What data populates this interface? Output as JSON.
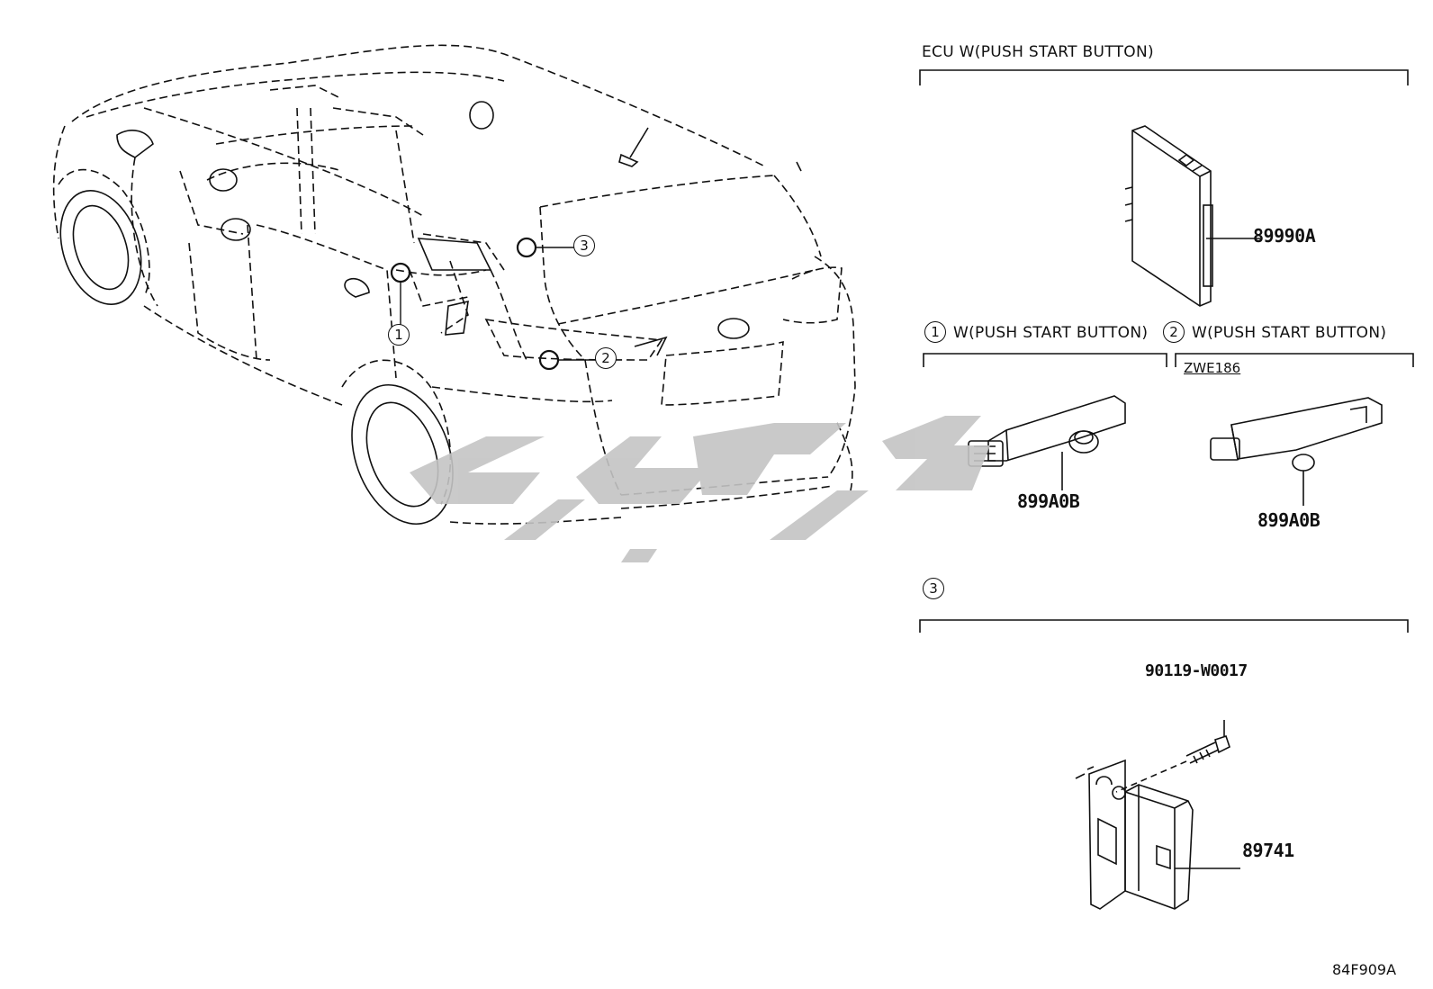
{
  "sections": {
    "ecu": {
      "title": "ECU   W(PUSH START BUTTON)",
      "part": "89990A"
    },
    "s1": {
      "num": "1",
      "title": "W(PUSH START BUTTON)",
      "part": "899A0B"
    },
    "s2": {
      "num": "2",
      "title": "W(PUSH START BUTTON)",
      "model": "ZWE186",
      "part": "899A0B"
    },
    "s3": {
      "num": "3",
      "bolt": "90119-W0017",
      "part": "89741"
    }
  },
  "car_callouts": [
    "1",
    "2",
    "3"
  ],
  "diagram_code": "84F909A",
  "colors": {
    "line": "#111111",
    "watermark": "#c4c4c4"
  }
}
